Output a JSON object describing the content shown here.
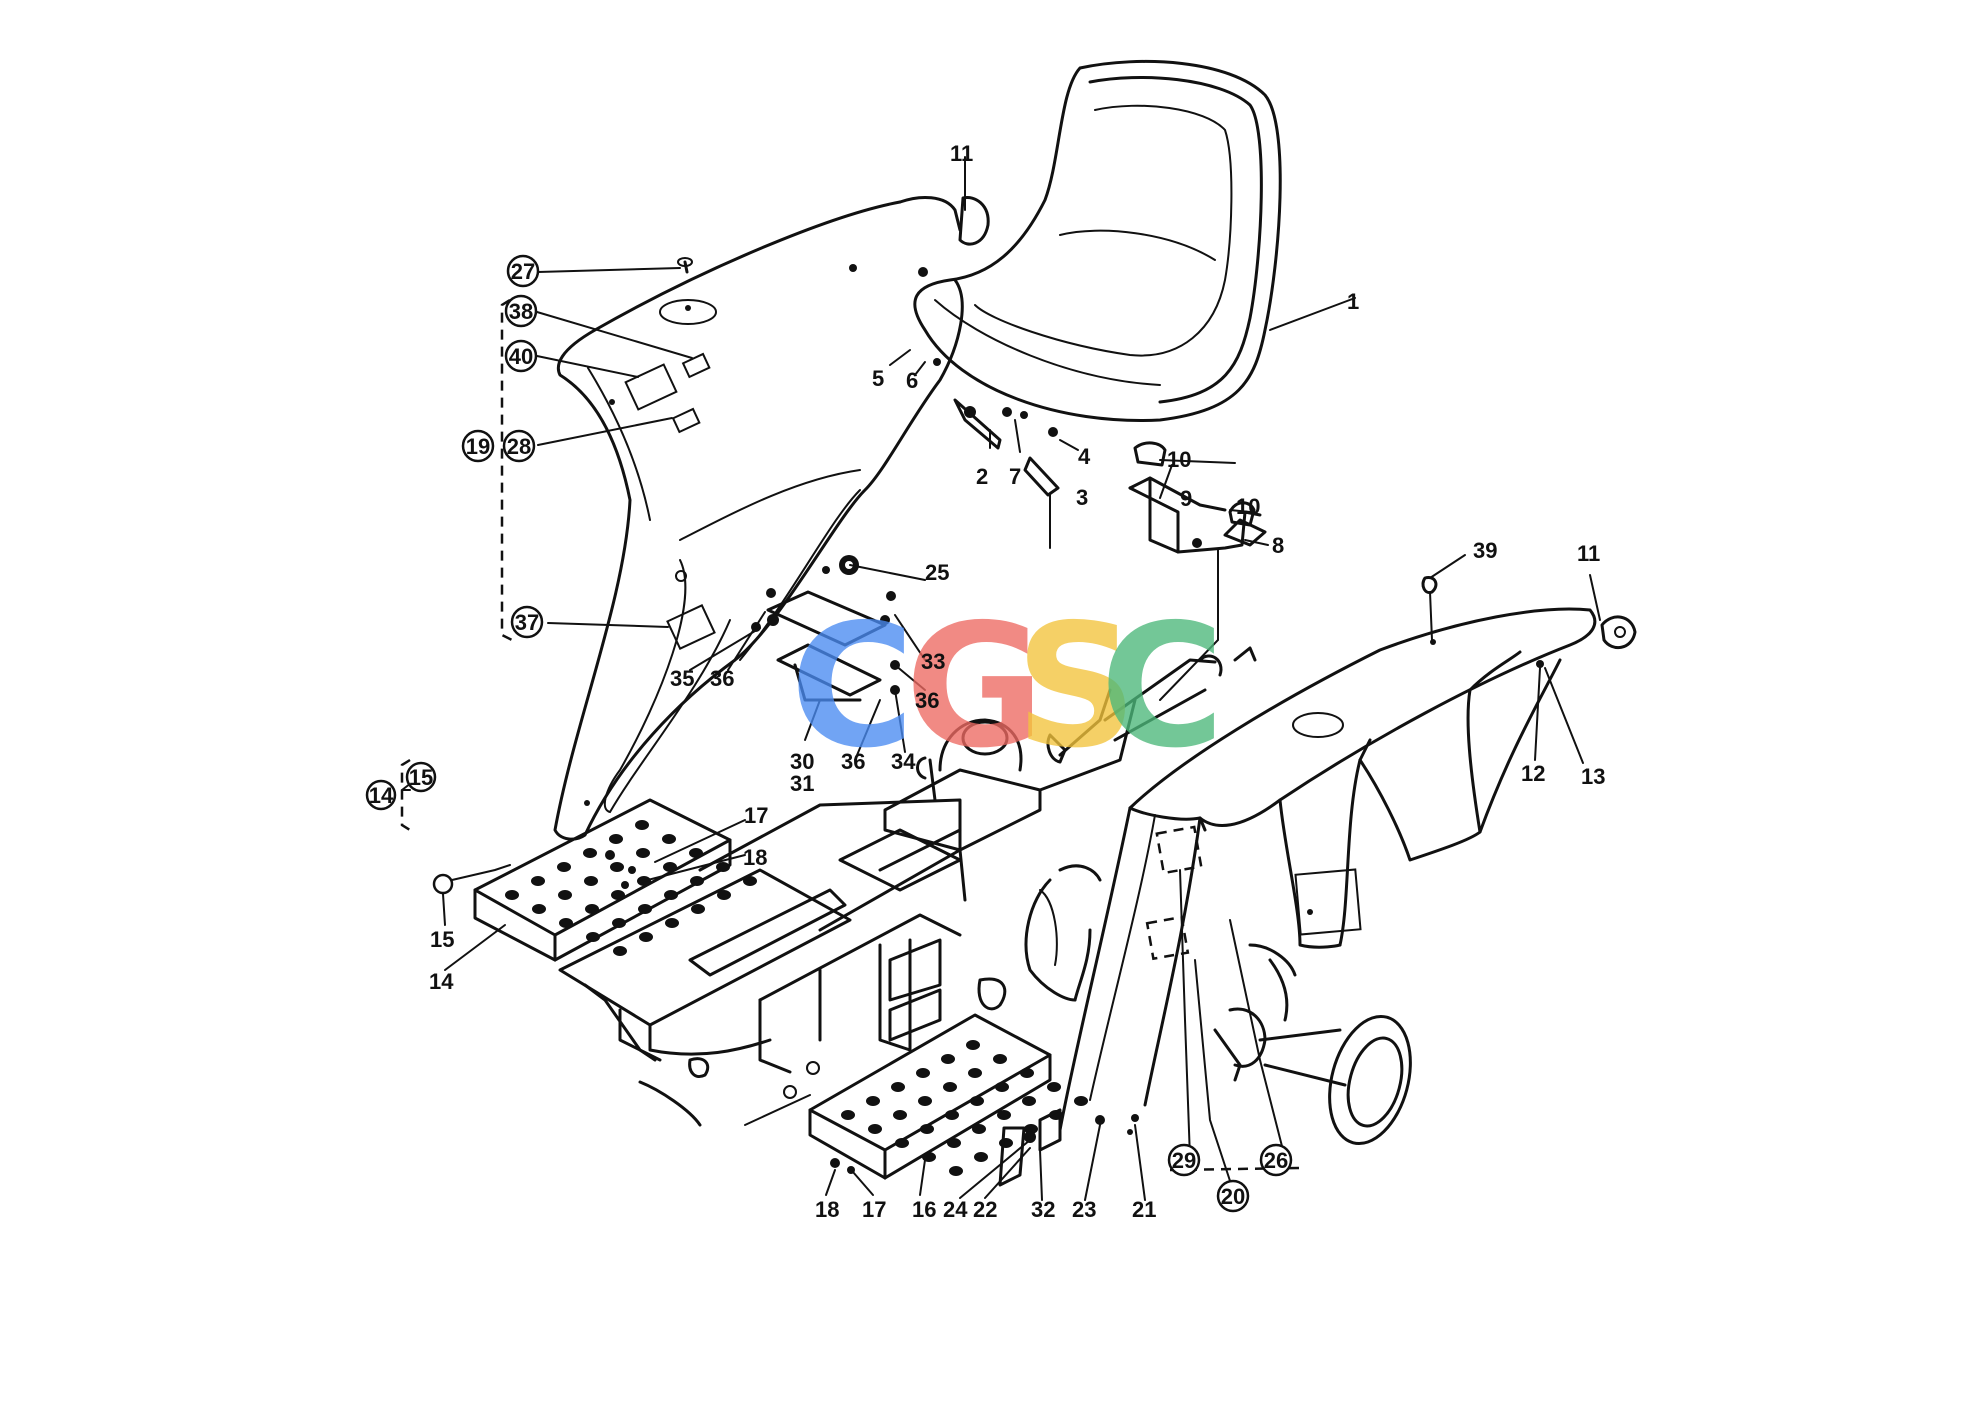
{
  "watermark": {
    "letters": [
      "C",
      "G",
      "S",
      "C"
    ],
    "colors": [
      "#4a8bf2",
      "#ee6a62",
      "#f3c43c",
      "#4cb87a"
    ]
  },
  "callouts": [
    {
      "id": "c1",
      "text": "1",
      "circled": false
    },
    {
      "id": "c2",
      "text": "2",
      "circled": false
    },
    {
      "id": "c3",
      "text": "3",
      "circled": false
    },
    {
      "id": "c4",
      "text": "4",
      "circled": false
    },
    {
      "id": "c5",
      "text": "5",
      "circled": false
    },
    {
      "id": "c6",
      "text": "6",
      "circled": false
    },
    {
      "id": "c7",
      "text": "7",
      "circled": false
    },
    {
      "id": "c8",
      "text": "8",
      "circled": false
    },
    {
      "id": "c9",
      "text": "9",
      "circled": false
    },
    {
      "id": "c10a",
      "text": "10",
      "circled": false
    },
    {
      "id": "c10b",
      "text": "10",
      "circled": false
    },
    {
      "id": "c11a",
      "text": "11",
      "circled": false
    },
    {
      "id": "c11b",
      "text": "11",
      "circled": false
    },
    {
      "id": "c12",
      "text": "12",
      "circled": false
    },
    {
      "id": "c13",
      "text": "13",
      "circled": false
    },
    {
      "id": "c14a",
      "text": "14",
      "circled": true
    },
    {
      "id": "c15a",
      "text": "15",
      "circled": true
    },
    {
      "id": "c15b",
      "text": "15",
      "circled": false
    },
    {
      "id": "c14b",
      "text": "14",
      "circled": false
    },
    {
      "id": "c16",
      "text": "16",
      "circled": false
    },
    {
      "id": "c17a",
      "text": "17",
      "circled": false
    },
    {
      "id": "c18a",
      "text": "18",
      "circled": false
    },
    {
      "id": "c17b",
      "text": "17",
      "circled": false
    },
    {
      "id": "c18b",
      "text": "18",
      "circled": false
    },
    {
      "id": "c19",
      "text": "19",
      "circled": true
    },
    {
      "id": "c20",
      "text": "20",
      "circled": true
    },
    {
      "id": "c21",
      "text": "21",
      "circled": false
    },
    {
      "id": "c22",
      "text": "22",
      "circled": false
    },
    {
      "id": "c23",
      "text": "23",
      "circled": false
    },
    {
      "id": "c24",
      "text": "24",
      "circled": false
    },
    {
      "id": "c25",
      "text": "25",
      "circled": false
    },
    {
      "id": "c26",
      "text": "26",
      "circled": true
    },
    {
      "id": "c27",
      "text": "27",
      "circled": true
    },
    {
      "id": "c28",
      "text": "28",
      "circled": true
    },
    {
      "id": "c29",
      "text": "29",
      "circled": true
    },
    {
      "id": "c30",
      "text": "30",
      "circled": false
    },
    {
      "id": "c31",
      "text": "31",
      "circled": false
    },
    {
      "id": "c32",
      "text": "32",
      "circled": false
    },
    {
      "id": "c33",
      "text": "33",
      "circled": false
    },
    {
      "id": "c34",
      "text": "34",
      "circled": false
    },
    {
      "id": "c35",
      "text": "35",
      "circled": false
    },
    {
      "id": "c36a",
      "text": "36",
      "circled": false
    },
    {
      "id": "c36b",
      "text": "36",
      "circled": false
    },
    {
      "id": "c36c",
      "text": "36",
      "circled": false
    },
    {
      "id": "c37",
      "text": "37",
      "circled": true
    },
    {
      "id": "c38",
      "text": "38",
      "circled": true
    },
    {
      "id": "c39",
      "text": "39",
      "circled": false
    },
    {
      "id": "c40",
      "text": "40",
      "circled": true
    }
  ]
}
